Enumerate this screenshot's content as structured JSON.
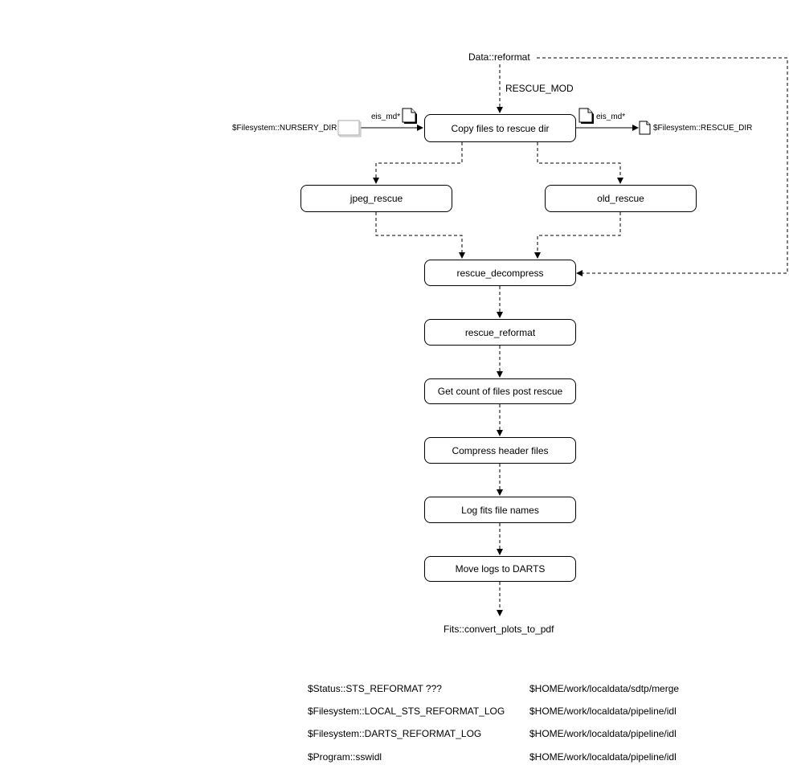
{
  "diagram": {
    "source_label": "Data::reformat",
    "rescue_mod_label": "RESCUE_MOD",
    "nursery_dir_label": "$Filesystem::NURSERY_DIR",
    "rescue_dir_label": "$Filesystem::RESCUE_DIR",
    "eis_md_left": "eis_md*",
    "eis_md_right": "eis_md*",
    "nodes": {
      "copy_files": "Copy files to rescue dir",
      "jpeg_rescue": "jpeg_rescue",
      "old_rescue": "old_rescue",
      "rescue_decompress": "rescue_decompress",
      "rescue_reformat": "rescue_reformat",
      "get_count": "Get count of files post rescue",
      "compress_headers": "Compress header files",
      "log_fits": "Log fits file names",
      "move_logs": "Move logs to DARTS"
    },
    "sink_label": "Fits::convert_plots_to_pdf"
  },
  "variables": [
    {
      "name": "$Status::STS_REFORMAT ???",
      "value": "$HOME/work/localdata/sdtp/merge"
    },
    {
      "name": "$Filesystem::LOCAL_STS_REFORMAT_LOG",
      "value": "$HOME/work/localdata/pipeline/idl"
    },
    {
      "name": "$Filesystem::DARTS_REFORMAT_LOG",
      "value": "$HOME/work/localdata/pipeline/idl"
    },
    {
      "name": "$Program::sswidl",
      "value": "$HOME/work/localdata/pipeline/idl"
    }
  ]
}
